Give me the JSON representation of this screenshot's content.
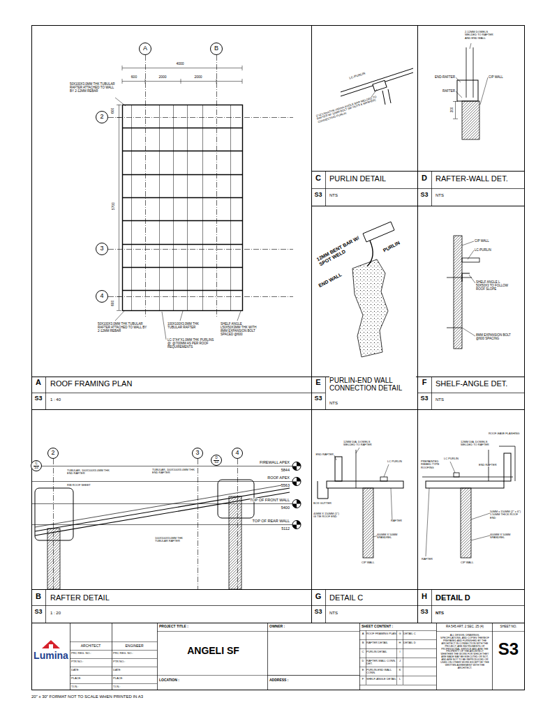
{
  "diagram": {
    "nodes": [
      {
        "text": [
          "A"
        ]
      },
      {
        "text": [
          "B"
        ]
      },
      {
        "text": [
          "2"
        ]
      },
      {
        "text": [
          "3"
        ]
      },
      {
        "text": [
          "4"
        ]
      },
      {
        "text": [
          "2"
        ]
      },
      {
        "text": [
          "3"
        ]
      },
      {
        "text": [
          "4"
        ]
      },
      {
        "text": [
          "C",
          "S3"
        ]
      },
      {
        "text": [
          "D",
          "S3"
        ]
      }
    ],
    "labels": [
      "4000",
      "600",
      "2000",
      "2000",
      "600",
      "5700",
      "600",
      "50X100X3.0MM THK TUBULAR RAFTER ATTACHED TO WALL BY 2-12MM REBAR",
      "50X100X3.0MM THK TUBULAR RAFTER ATTACHED TO WALL BY 2-12MM REBAR",
      "100X100X3.0MM THK TUBULAR RAFTER",
      "LC-3\"X4\"X1.0MM THK PURLINS @: @700MM AS PER ROOF REQUIREMENTS",
      "SHELF ANGLE L50X50X3MM THK WITH 8MM EXPANSION BOLT SPACED @600",
      "A",
      "S3",
      "ROOF FRAMING PLAN",
      "1 : 40",
      "LC-PURLIN",
      "2\"x2\"x3mmTHK.x50mm ANGLE BAR WELDED TO RAFTER W/ 12MM BOLT (W/ NUTS & WASHER) CONNECTING PURLIN",
      "C",
      "S3",
      "PURLIN DETAIL",
      "NTS",
      "2-12MM DOWELS WELDED TO RAFTER AND END WALL",
      "END-RAFTER",
      "CIP WALL",
      "RAFTER",
      "200",
      "D",
      "S3",
      "RAFTER-WALL DET.",
      "NTS",
      "12MM BENT BAR W/ SPOT WELD",
      "PURLIN",
      "END WALL",
      "E",
      "S3",
      "PURLIN-END WALL CONNECTION DETAIL",
      "NTS",
      "CIP WALL",
      "LC-PURLIN",
      "SHELF ANGLE L 50X50X3 TO FOLLOW ROOF SLOPE",
      "8MM EXPANSION BOLT @600 SPACING",
      "F",
      "S3",
      "SHELF-ANGLE DET.",
      "NTS",
      "TUBULAR, 100X100X3.0MM THK END RAFTER",
      "RIB ROOF SHEET",
      "TUBULAR, 100X100X3.0MM THK END RAFTER",
      "100X100X3.0MM THK TUBULAR RAFTER",
      "FIREWALL APEX",
      "5844",
      "ROOF APEX",
      "5563",
      "TOP OF FRONT WALL",
      "5400",
      "TOP OF REAR WALL",
      "5112",
      "B",
      "S3",
      "RAFTER DETAIL",
      "1 : 20",
      "12MM DIA. DOWELS WELDED TO RAFTER",
      "END RAFTER",
      "LC PURLIN",
      "BOX GUTTER",
      "40MM X 150MM (1\") GI TIE ROOF END",
      "RAFTER",
      "400MM X 50MM SPANDREL",
      "CIP WALL",
      "G",
      "S3",
      "DETAIL C",
      "NTS",
      "ROOF-EAVE FLASHING",
      "12MM DIA. DOWELS WELDED TO RAFTER",
      "LC PURLIN",
      "END RAFTER",
      "PREPAINTED RIBBED TYPE ROOFING",
      "50MM x 150MM (2\" x 6\") 1.50MM THICK ROOF END",
      "400MM X 50MM SPANDREL",
      "RAFTER",
      "CIP WALL",
      "H",
      "S3",
      "DETAIL D",
      "NTS",
      "Lumina",
      "ARCHITECT",
      "ENGINEER",
      "PRC REG. NO.:",
      "PRC REG. NO.:",
      "PTR NO.:",
      "PTR NO.:",
      "DATE:",
      "DATE:",
      "PLACE:",
      "PLACE:",
      "T.I.N.:",
      "T.I.N.:",
      "PROJECT TITLE :",
      "ANGELI SF",
      "LOCATION :",
      "OWNER :",
      "ADDRESS :",
      "SHEET CONTENT :",
      "A",
      "ROOF FRAMING PLAN",
      "G",
      "DETAIL C",
      "B",
      "RAFTER DETAIL",
      "H",
      "DETAIL D",
      "C",
      "PURLIN DETAIL",
      "I",
      "D",
      "RAFTER-WALL CONN. DET.",
      "J",
      "E",
      "PURLIN-END WALL CONN.",
      "K",
      "F",
      "SHELF-ANGLE DETAIL",
      "L",
      "RA 545 ART. 2 SEC. 25 (4)",
      "SHEET NO.",
      "ALL DESIGN, DRAWINGS, SPECIFICATIONS, AND COPIES THEREOF PREPARED AND FURNISHED BY THE ARCHITECT IN CONNECTION WITH THE PROJECT, ARE INSTRUMENTS OF PROFESSIONAL SERVICE AND ARE THE PROPERTY OF THE ARCHITECT WHETHER THE WORK FOR WHICH THEY ARE MADE MAY BE EXECUTED OR NOT, AND ARE NOT TO BE REPRODUCED OR USED ON OTHER WORK EXCEPT BY THE WRITTEN AGREEMENT WITH THE ARCHITECT.",
      "S3",
      "20\" x 30\" FORMAT NOT TO SCALE WHEN PRINTED IN A3"
    ]
  }
}
